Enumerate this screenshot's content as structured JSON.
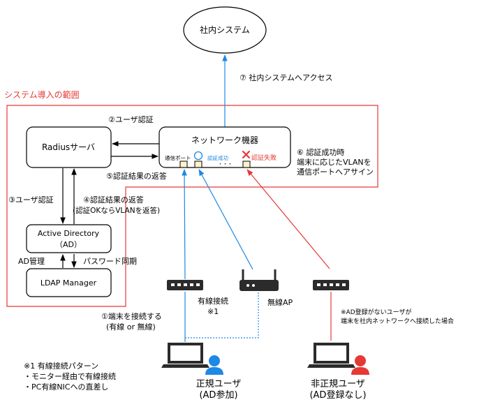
{
  "scope_label": "システム導入の範囲",
  "nodes": {
    "internal_system": "社内システム",
    "radius": "Radiusサーバ",
    "network": "ネットワーク機器",
    "ad_line1": "Active Directory",
    "ad_line2": "（AD）",
    "ldap": "LDAP Manager"
  },
  "ports": {
    "comm": "通信ポート",
    "auth_ok": "認証成功",
    "dots": "・・・",
    "auth_fail": "認証失敗"
  },
  "steps": {
    "s1_line1": "①端末を接続する",
    "s1_line2": "(有線 or 無線)",
    "s2": "②ユーザ認証",
    "s3": "③ユーザ認証",
    "s4_line1": "④認証結果の返答",
    "s4_line2": "(認証OKならVLANを返答)",
    "s5": "⑤認証結果の返答",
    "s6_line1": "⑥ 認証成功時",
    "s6_line2": "端末に応じたVLANを",
    "s6_line3": "通信ポートへアサイン",
    "s7": "⑦ 社内システムへアクセス"
  },
  "labels": {
    "ad_admin": "AD管理",
    "pw_sync": "パスワード同期",
    "wired_line1": "有線接続",
    "wired_line2": "※1",
    "wireless": "無線AP",
    "note_line1": "※AD登録がないユーザが",
    "note_line2": "端末を社内ネットワークへ接続した場合",
    "footnote_line1": "※1 有線接続パターン",
    "footnote_line2": "・モニター経由で有線接続",
    "footnote_line3": "・PC有線NICへの直差し"
  },
  "users": {
    "regular_line1": "正規ユーザ",
    "regular_line2": "(AD参加)",
    "irregular_line1": "非正規ユーザ",
    "irregular_line2": "(AD登録なし)"
  },
  "colors": {
    "blue": "#1e88e5",
    "red": "#e53935",
    "scope": "#e53935",
    "dark": "#2b2b2b",
    "port_fill": "#fff2cc"
  }
}
